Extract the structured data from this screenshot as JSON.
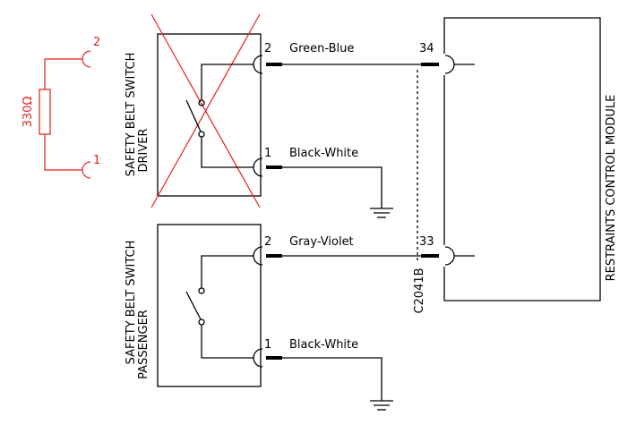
{
  "resistor": {
    "label": "330Ω",
    "pin_top": "2",
    "pin_bottom": "1",
    "color": "#e41f1f"
  },
  "driver_switch": {
    "label_line1": "SAFETY BELT SWITCH",
    "label_line2": "DRIVER",
    "crossed_out": true
  },
  "passenger_switch": {
    "label_line1": "SAFETY BELT SWITCH",
    "label_line2": "PASSENGER"
  },
  "wires": {
    "driver_pin2": {
      "pin": "2",
      "color": "Green-Blue"
    },
    "driver_pin1": {
      "pin": "1",
      "color": "Black-White"
    },
    "passenger_pin2": {
      "pin": "2",
      "color": "Gray-Violet"
    },
    "passenger_pin1": {
      "pin": "1",
      "color": "Black-White"
    }
  },
  "module": {
    "label": "RESTRAINTS CONTROL MODULE",
    "pin_top": "34",
    "pin_bottom": "33",
    "connector": "C2041B"
  }
}
